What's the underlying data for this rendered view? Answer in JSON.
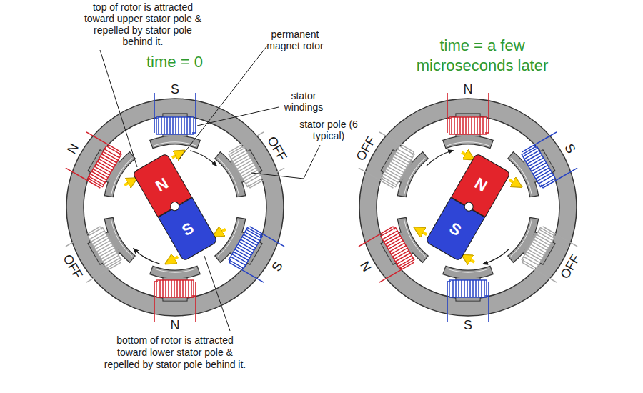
{
  "diagram": {
    "nodes": [
      {
        "text": [
          "N"
        ]
      },
      {
        "text": [
          "S"
        ]
      },
      {
        "text": [
          "N"
        ]
      },
      {
        "text": [
          "S"
        ]
      }
    ],
    "labels": [
      "top of rotor is attracted toward upper stator pole & repelled by stator pole behind it.",
      "permanent magnet rotor",
      "stator windings",
      "stator pole (6 typical)",
      "time = 0",
      "S",
      "OFF",
      "S",
      "N",
      "OFF",
      "N",
      "bottom of rotor is attracted toward lower stator pole & repelled by stator pole behind it.",
      "time = a few microseconds later",
      "N",
      "S",
      "OFF",
      "S",
      "N",
      "OFF"
    ]
  }
}
